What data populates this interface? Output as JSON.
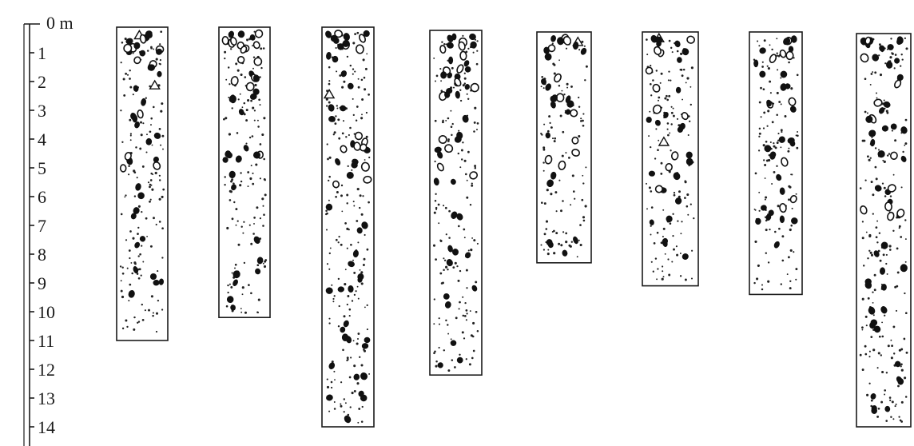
{
  "depth_scale": {
    "unit_label": "0 m",
    "ticks": [
      "1",
      "2",
      "3",
      "4",
      "5",
      "6",
      "7",
      "8",
      "9",
      "10",
      "11",
      "12",
      "13",
      "14"
    ],
    "max_depth": 14
  },
  "columns": [
    {
      "depth_m": 11.0
    },
    {
      "depth_m": 10.2
    },
    {
      "depth_m": 14.0
    },
    {
      "depth_m": 12.2
    },
    {
      "depth_m": 8.3
    },
    {
      "depth_m": 9.1
    },
    {
      "depth_m": 9.4
    },
    {
      "depth_m": 14.0
    }
  ],
  "legend_symbols": {
    "fine_matrix": "dot-pattern",
    "solid_clast": "black-pebble",
    "open_clast": "open-pebble",
    "angular_clast": "open-triangle"
  },
  "colors": {
    "ink": "#1a1a1a",
    "paper": "#ffffff"
  }
}
